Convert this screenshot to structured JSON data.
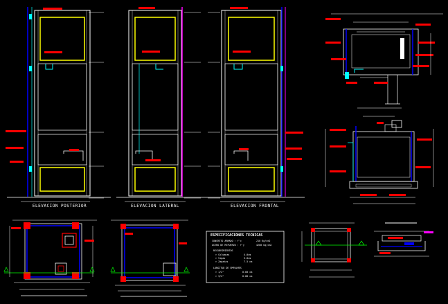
{
  "labels": {
    "elev_posterior": "ELEVACION POSTERIOR",
    "elev_lateral": "ELEVACION LATERAL",
    "elev_frontal": "ELEVACION FRONTAL"
  },
  "specs": {
    "title": "ESPECIFICACIONES TECNICAS",
    "concrete_label": "CONCRETO ARMADO :  f'c",
    "concrete_value": "210 Kg/cm2",
    "steel_label": "ACERO DE REFUERZO :  f'y",
    "steel_value": "4200 kg/cm2",
    "cover_title": "RECUBRIMIENTOS",
    "cover_1": "> Columnas",
    "cover_1_v": "4.0cm",
    "cover_2": "> Vigas",
    "cover_2_v": "3.0cm",
    "cover_3": "> Zapatas",
    "cover_3_v": "7.5 cm",
    "lap_title": "LONGITUD DE EMPALMES",
    "lap_1": "> 1/2\"",
    "lap_1_v": "0.60 cm",
    "lap_2": "> 3/4\"",
    "lap_2_v": "0.80 cm"
  },
  "colors": {
    "background": "#000000",
    "frame": "#ffffff",
    "panel": "#ffff00",
    "annotation": "#ff0000",
    "rebar": "#0000ff",
    "piping": "#00ffff",
    "dimension": "#00ff00",
    "fill_accent": "#ff00ff"
  }
}
